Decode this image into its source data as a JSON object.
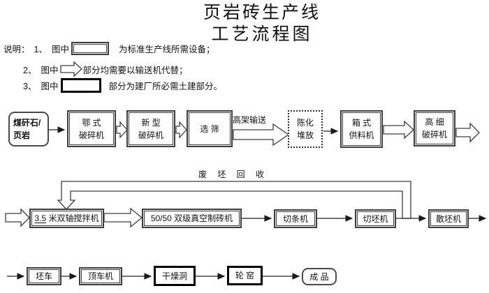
{
  "title": {
    "line1": "页岩砖生产线",
    "line2": "工艺流程图"
  },
  "legend": {
    "heading": "说明：",
    "items": [
      {
        "num": "1、",
        "word": "图中",
        "symbol": "standard-equipment-box",
        "desc": "为标准生产线所需设备；"
      },
      {
        "num": "2、",
        "word": "图中",
        "symbol": "conveyor-hollow-arrow",
        "desc": "部分均需要以输送机代替；"
      },
      {
        "num": "3、",
        "word": "图中",
        "symbol": "civil-construction-black-box",
        "desc": "部分为建厂所必需土建部分。"
      }
    ]
  },
  "nodes": {
    "raw_material": {
      "label": "煤矸石/\n页岩"
    },
    "jaw_crusher": {
      "label": "鄂 式\n破碎机"
    },
    "new_crusher": {
      "label": "新 型\n破碎机"
    },
    "screen": {
      "label": "选 筛"
    },
    "aging": {
      "label": "陈化\n堆放"
    },
    "box_feeder": {
      "label": "箱 式\n供料机"
    },
    "fine_crusher": {
      "label": "高 细\n破碎机"
    },
    "mixer": {
      "num": "3.5",
      "label": " 米双轴搅拌机"
    },
    "brick_machine": {
      "label": "50/50 双级真空制砖机"
    },
    "strip_cutter": {
      "label": "切条机"
    },
    "blank_cutter": {
      "label": "切坯机"
    },
    "blank_spreader": {
      "label": "散坯机"
    },
    "blank_car": {
      "label": "坯车"
    },
    "pusher": {
      "label": "顶车机"
    },
    "drying_tunnel": {
      "label": "干燥洞"
    },
    "ring_kiln": {
      "label": "轮 窑"
    },
    "product": {
      "label": "成 品"
    }
  },
  "edge_labels": {
    "elevated_conveyor": "高架输送",
    "waste_recycle": "废 坯 回 收"
  },
  "colors": {
    "ink": "#1a1a1a",
    "paper": "#ffffff"
  }
}
